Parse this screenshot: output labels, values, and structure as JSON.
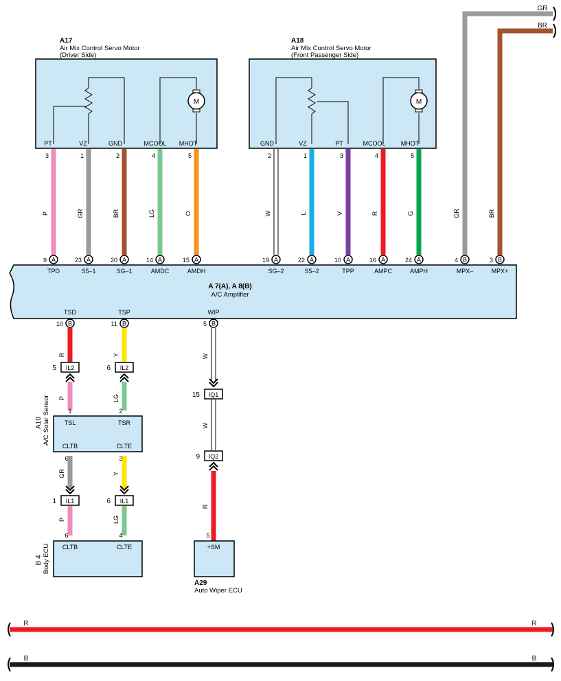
{
  "components": {
    "a17": {
      "id": "A17",
      "line1": "Air Mix Control Servo Motor",
      "line2": "(Driver Side)",
      "motor": "M",
      "pins": [
        {
          "name": "PT",
          "num": "3"
        },
        {
          "name": "VZ",
          "num": "1"
        },
        {
          "name": "GND",
          "num": "2"
        },
        {
          "name": "MCOOL",
          "num": "4"
        },
        {
          "name": "MHOT",
          "num": "5"
        }
      ]
    },
    "a18": {
      "id": "A18",
      "line1": "Air Mix Control Servo Motor",
      "line2": "(Front Passenger Side)",
      "motor": "M",
      "pins": [
        {
          "name": "GND",
          "num": "2"
        },
        {
          "name": "VZ",
          "num": "1"
        },
        {
          "name": "PT",
          "num": "3"
        },
        {
          "name": "MCOOL",
          "num": "4"
        },
        {
          "name": "MHOT",
          "num": "5"
        }
      ]
    },
    "amp": {
      "id": "A 7(A), A 8(B)",
      "name": "A/C Amplifier",
      "top_pins": [
        {
          "num": "9",
          "conn": "A",
          "name": "TPD"
        },
        {
          "num": "23",
          "conn": "A",
          "name": "S5–1"
        },
        {
          "num": "20",
          "conn": "A",
          "name": "SG–1"
        },
        {
          "num": "14",
          "conn": "A",
          "name": "AMDC"
        },
        {
          "num": "15",
          "conn": "A",
          "name": "AMDH"
        },
        {
          "num": "19",
          "conn": "A",
          "name": "SG–2"
        },
        {
          "num": "22",
          "conn": "A",
          "name": "S5–2"
        },
        {
          "num": "10",
          "conn": "A",
          "name": "TPP"
        },
        {
          "num": "16",
          "conn": "A",
          "name": "AMPC"
        },
        {
          "num": "24",
          "conn": "A",
          "name": "AMPH"
        },
        {
          "num": "4",
          "conn": "B",
          "name": "MPX–"
        },
        {
          "num": "3",
          "conn": "B",
          "name": "MPX+"
        }
      ],
      "bottom_pins": [
        {
          "num": "10",
          "conn": "B",
          "name": "TSD"
        },
        {
          "num": "11",
          "conn": "B",
          "name": "TSP"
        },
        {
          "num": "5",
          "conn": "B",
          "name": "WIP"
        }
      ]
    },
    "a10": {
      "id": "A10",
      "name": "A/C Solar Sensor",
      "pins": [
        {
          "name": "TSL",
          "num": "1"
        },
        {
          "name": "TSR",
          "num": "2"
        },
        {
          "name": "CLTB",
          "num": "6"
        },
        {
          "name": "CLTE",
          "num": "3"
        }
      ]
    },
    "b4": {
      "id": "B 4",
      "name": "Body ECU",
      "pins": [
        {
          "name": "CLTB",
          "num": "6"
        },
        {
          "name": "CLTE",
          "num": "4"
        }
      ]
    },
    "a29": {
      "id": "A29",
      "name": "Auto Wiper ECU",
      "pin": {
        "name": "+SM",
        "num": "5"
      }
    }
  },
  "wire_colors": {
    "P": "#f08bbe",
    "GR": "#9a9b9d",
    "BR": "#a3532f",
    "LG": "#7cc894",
    "O": "#f7941d",
    "W": "#ffffff",
    "L": "#18aeea",
    "V": "#7b3fa0",
    "R": "#ed1c24",
    "G": "#0aa553",
    "Y": "#ffe600",
    "B": "#1a1a1a"
  },
  "wires_top": [
    {
      "label": "P",
      "color": "P"
    },
    {
      "label": "GR",
      "color": "GR"
    },
    {
      "label": "BR",
      "color": "BR"
    },
    {
      "label": "LG",
      "color": "LG"
    },
    {
      "label": "O",
      "color": "O"
    },
    {
      "label": "W",
      "color": "W"
    },
    {
      "label": "L",
      "color": "L"
    },
    {
      "label": "V",
      "color": "V"
    },
    {
      "label": "R",
      "color": "R"
    },
    {
      "label": "G",
      "color": "G"
    },
    {
      "label": "GR",
      "color": "GR"
    },
    {
      "label": "BR",
      "color": "BR"
    }
  ],
  "edge_labels": {
    "gr": "GR",
    "br": "BR",
    "r_left": "R",
    "r_right": "R",
    "b_left": "B",
    "b_right": "B"
  },
  "lower": {
    "tsd_upper_wire": "R",
    "tsp_upper_wire": "Y",
    "wip_upper_wire": "W",
    "il2_left": {
      "num": "5",
      "name": "IL2"
    },
    "il2_right": {
      "num": "6",
      "name": "IL2"
    },
    "tsl_wire": "P",
    "tsr_wire": "LG",
    "iq1": {
      "num": "15",
      "name": "IQ1"
    },
    "wip_mid_wire": "W",
    "iq2": {
      "num": "9",
      "name": "IQ2"
    },
    "sm_wire": "R",
    "cltb_wire": "GR",
    "clte_wire": "Y",
    "il1_left": {
      "num": "1",
      "name": "IL1"
    },
    "il1_right": {
      "num": "6",
      "name": "IL1"
    },
    "body_cltb_wire": "P",
    "body_clte_wire": "LG"
  }
}
